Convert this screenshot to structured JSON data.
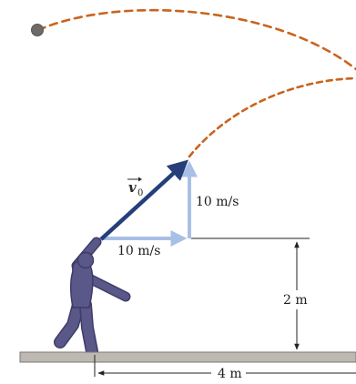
{
  "diagram": {
    "labels": {
      "v0_symbol": "v",
      "v0_subscript": "0",
      "vertical_component": "10 m/s",
      "horizontal_component": "10 m/s",
      "height": "2 m",
      "distance": "4 m"
    },
    "colors": {
      "trajectory": "#c8641e",
      "velocity_vector": "#253f7a",
      "components": "#a9c0e6",
      "person": "#5a5789",
      "person_outline": "#3e3c66",
      "ground_fill": "#bdb8b2",
      "ground_stroke": "#7c7772",
      "ball": "#6e6a66",
      "dimension_lines": "#222222"
    }
  }
}
